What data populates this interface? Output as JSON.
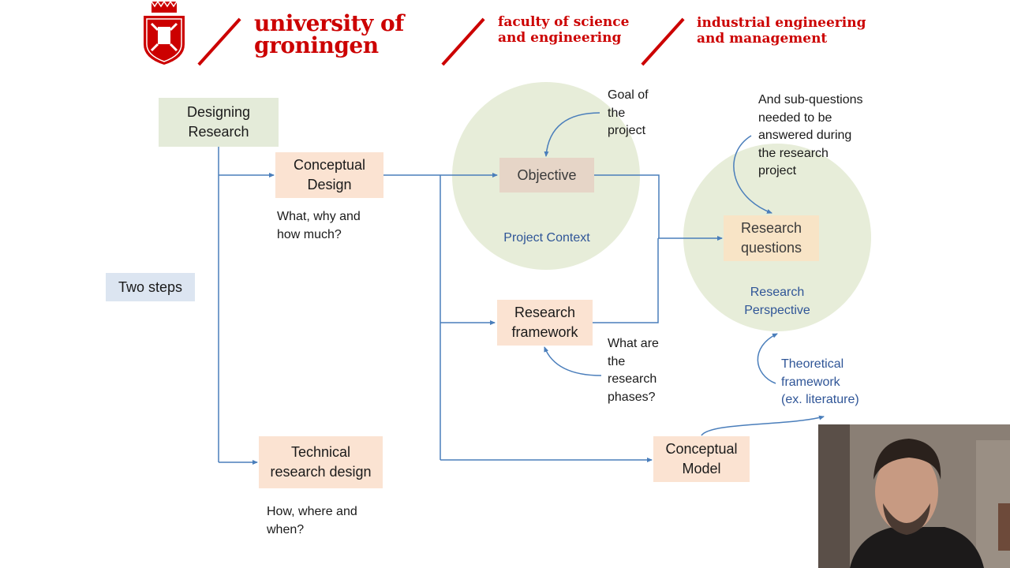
{
  "header": {
    "university": "university of\ngroningen",
    "faculty": "faculty of science\nand engineering",
    "department": "industrial engineering\nand management"
  },
  "boxes": {
    "designing_research": "Designing\nResearch",
    "conceptual_design": "Conceptual\nDesign",
    "objective": "Objective",
    "research_questions": "Research\nquestions",
    "two_steps": "Two steps",
    "research_framework": "Research\nframework",
    "technical_research_design": "Technical\nresearch design",
    "conceptual_model": "Conceptual\nModel"
  },
  "notes": {
    "what_why": "What, why and\nhow much?",
    "goal": "Goal of\nthe\nproject",
    "sub_questions": "And sub-questions\nneeded to be\nanswered during\nthe research\nproject",
    "what_phases": "What are\nthe\nresearch\nphases?",
    "theoretical": "Theoretical\nframework\n(ex. literature)",
    "how_where": "How, where and\nwhen?"
  },
  "contexts": {
    "project_context": "Project Context",
    "research_perspective": "Research\nPerspective"
  },
  "colors": {
    "brand_red": "#cc0000",
    "arrow_blue": "#4a7ebb",
    "context_text": "#2f5597"
  }
}
